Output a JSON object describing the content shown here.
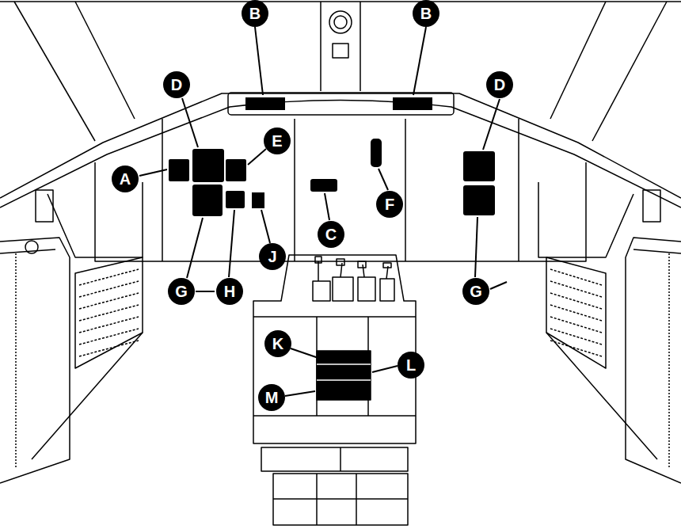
{
  "diagram": {
    "nodes": [
      {
        "text": [
          "B"
        ]
      },
      {
        "text": [
          "B"
        ]
      },
      {
        "text": [
          "D"
        ]
      },
      {
        "text": [
          "D"
        ]
      },
      {
        "text": [
          "E"
        ]
      },
      {
        "text": [
          "A"
        ]
      },
      {
        "text": [
          "F"
        ]
      },
      {
        "text": [
          "C"
        ]
      },
      {
        "text": [
          "J"
        ]
      },
      {
        "text": [
          "G"
        ]
      },
      {
        "text": [
          "H"
        ]
      },
      {
        "text": [
          "G"
        ]
      },
      {
        "text": [
          "K"
        ]
      },
      {
        "text": [
          "L"
        ]
      },
      {
        "text": [
          "M"
        ]
      }
    ]
  }
}
